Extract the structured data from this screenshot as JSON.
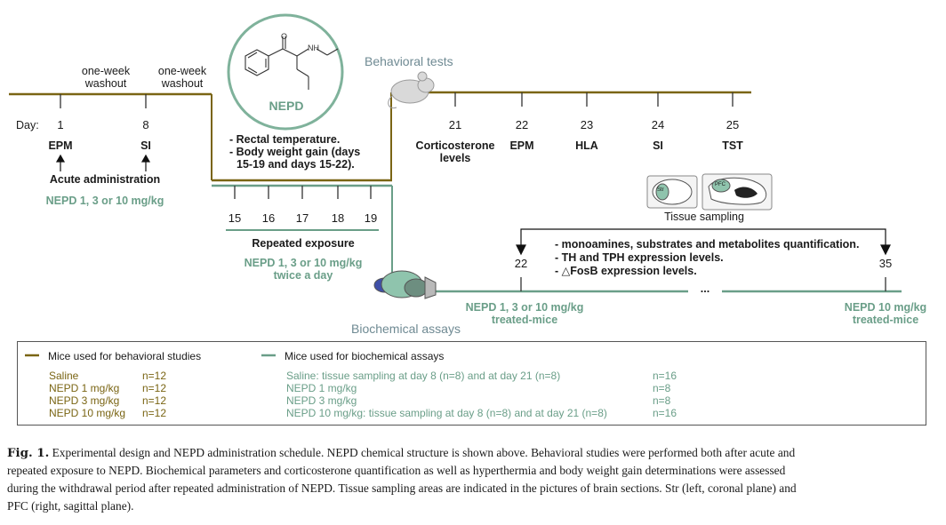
{
  "timeline": {
    "day_label": "Day:",
    "washout_1": [
      "one-week",
      "washout"
    ],
    "washout_2": [
      "one-week",
      "washout"
    ],
    "acute_days": [
      {
        "day": "1",
        "test": "EPM"
      },
      {
        "day": "8",
        "test": "SI"
      }
    ],
    "acute_admin_label": "Acute administration",
    "acute_dose": "NEPD 1, 3 or 10 mg/kg",
    "compound_name": "NEPD",
    "rectal_notes": [
      "- Rectal temperature.",
      "- Body weight gain (days",
      "15-19 and days 15-22)."
    ],
    "repeated_days": [
      "15",
      "16",
      "17",
      "18",
      "19"
    ],
    "repeated_label": "Repeated exposure",
    "repeated_dose": [
      "NEPD 1, 3 or 10 mg/kg",
      "twice a day"
    ],
    "behavioral_tests_title": "Behavioral tests",
    "behavioral_days": [
      {
        "day": "21",
        "test": [
          "Corticosterone",
          "levels"
        ]
      },
      {
        "day": "22",
        "test": [
          "EPM"
        ]
      },
      {
        "day": "23",
        "test": [
          "HLA"
        ]
      },
      {
        "day": "24",
        "test": [
          "SI"
        ]
      },
      {
        "day": "25",
        "test": [
          "TST"
        ]
      }
    ],
    "brain_label_str": "Str",
    "brain_label_pfc": "PFC",
    "tissue_sampling_label": "Tissue sampling",
    "biochem_notes": [
      "- monoamines, substrates and metabolites quantification.",
      "- TH and TPH expression levels.",
      "- △FosB expression levels."
    ],
    "biochem_day_start": "22",
    "biochem_day_end": "35",
    "ellipsis": "...",
    "biochem_dose_left": [
      "NEPD 1, 3 or 10 mg/kg",
      "treated-mice"
    ],
    "biochem_dose_right": [
      "NEPD 10 mg/kg",
      "treated-mice"
    ],
    "biochemical_assays_title": "Biochemical assays"
  },
  "legend": {
    "behavioral_title": "Mice used for behavioral studies",
    "behavioral_rows": [
      {
        "group": "Saline",
        "n": "n=12"
      },
      {
        "group": "NEPD 1 mg/kg",
        "n": "n=12"
      },
      {
        "group": "NEPD 3 mg/kg",
        "n": "n=12"
      },
      {
        "group": "NEPD 10 mg/kg",
        "n": "n=12"
      }
    ],
    "biochem_title": "Mice used for biochemical assays",
    "biochem_rows": [
      {
        "group": "Saline: tissue sampling at day 8 (n=8) and at day 21 (n=8)",
        "n": "n=16"
      },
      {
        "group": "NEPD 1 mg/kg",
        "n": "n=8"
      },
      {
        "group": "NEPD 3 mg/kg",
        "n": "n=8"
      },
      {
        "group": "NEPD 10 mg/kg: tissue sampling at day 8 (n=8) and at day 21 (n=8)",
        "n": "n=16"
      }
    ]
  },
  "caption": {
    "label": "Fig. 1.",
    "lines": [
      "Experimental design and NEPD administration schedule. NEPD chemical structure is shown above. Behavioral studies were performed both after acute and",
      "repeated exposure to NEPD. Biochemical parameters and corticosterone quantification as well as hyperthermia and body weight gain determinations were assessed",
      "during the withdrawal period after repeated administration of NEPD. Tissue sampling areas are indicated in the pictures of brain sections. Str (left, coronal plane) and",
      "PFC (right, sagittal plane)."
    ]
  },
  "colors": {
    "behavioral": "#7a6514",
    "biochemical": "#6a9e88",
    "titles": "#6f8a93"
  }
}
